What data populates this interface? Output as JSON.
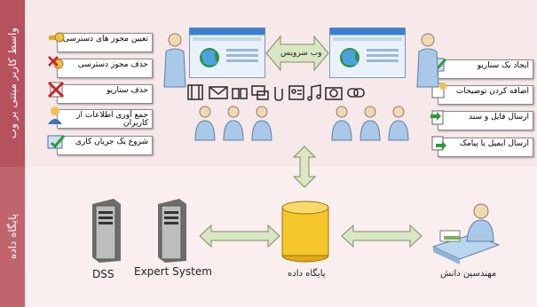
{
  "strips": {
    "top_label": "واسط کاربر مبتنی بر وب",
    "bottom_label": "پایگاه داده"
  },
  "left_actions": [
    "تعیین مجوز های دسترسی",
    "حذف مجوز دسترسی",
    "حذف سناریو",
    "جمع آوری اطلاعات از کاربران",
    "شروع یک جریان کاری"
  ],
  "right_actions": [
    "ایجاد یک سناریو",
    "اضافه کردن توضیحات",
    "ارسال فایل و سند",
    "ارسال ایمیل یا پیامک"
  ],
  "web_service_label": "وب سرویس",
  "database": {
    "label": "پایگاه داده",
    "dss_label": "DSS",
    "expert_label": "Expert System",
    "engineers_label": "مهندسین دانش"
  },
  "colors": {
    "strip_top": "#b5525d",
    "strip_bottom": "#c0656d",
    "arrow_fill": "#d9e7c2",
    "db_fill": "#f4c62a"
  }
}
